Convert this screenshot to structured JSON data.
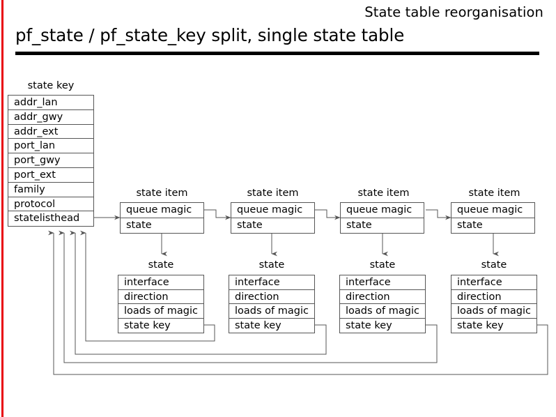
{
  "header": {
    "kicker": "State table reorganisation",
    "title": "pf_state / pf_state_key split, single state table",
    "rule_color": "#000000",
    "accent_color": "#e8000b"
  },
  "diagram": {
    "line_color": "#555555",
    "state_key": {
      "caption": "state key",
      "fields": [
        "addr_lan",
        "addr_gwy",
        "addr_ext",
        "port_lan",
        "port_gwy",
        "port_ext",
        "family",
        "protocol",
        "statelisthead"
      ]
    },
    "state_items": [
      {
        "caption": "state item",
        "fields": [
          "queue magic",
          "state"
        ]
      },
      {
        "caption": "state item",
        "fields": [
          "queue magic",
          "state"
        ]
      },
      {
        "caption": "state item",
        "fields": [
          "queue magic",
          "state"
        ]
      },
      {
        "caption": "state item",
        "fields": [
          "queue magic",
          "state"
        ]
      }
    ],
    "states": [
      {
        "caption": "state",
        "fields": [
          "interface",
          "direction",
          "loads of magic",
          "state key"
        ]
      },
      {
        "caption": "state",
        "fields": [
          "interface",
          "direction",
          "loads of magic",
          "state key"
        ]
      },
      {
        "caption": "state",
        "fields": [
          "interface",
          "direction",
          "loads of magic",
          "state key"
        ]
      },
      {
        "caption": "state",
        "fields": [
          "interface",
          "direction",
          "loads of magic",
          "state key"
        ]
      }
    ]
  }
}
